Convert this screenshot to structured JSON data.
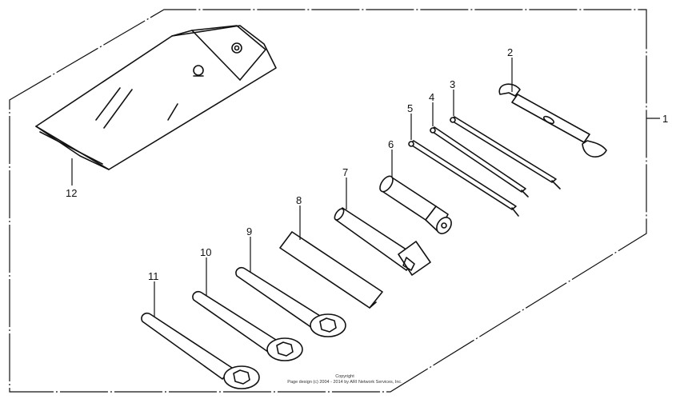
{
  "callouts": {
    "c1": "1",
    "c2": "2",
    "c3": "3",
    "c4": "4",
    "c5": "5",
    "c6": "6",
    "c7": "7",
    "c8": "8",
    "c9": "9",
    "c10": "10",
    "c11": "11",
    "c12": "12"
  },
  "copyright": {
    "line1": "Copyright",
    "line2": "Page design (c) 2004 - 2014 by ARI Network Services, Inc."
  }
}
